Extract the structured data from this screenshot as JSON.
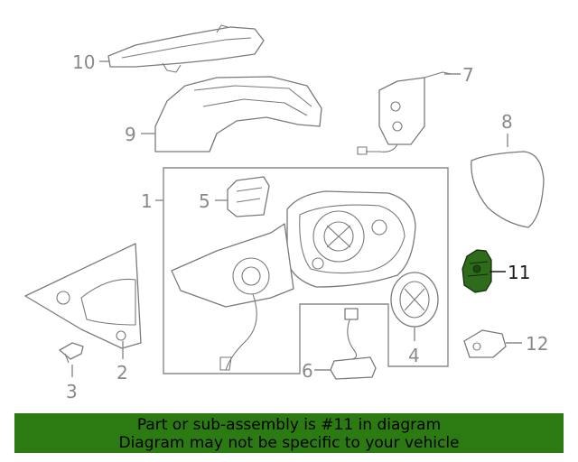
{
  "diagram": {
    "callouts": [
      "1",
      "2",
      "3",
      "4",
      "5",
      "6",
      "7",
      "8",
      "9",
      "10",
      "11",
      "12"
    ],
    "highlighted_part": "11",
    "highlight_color": "#2e6b1b"
  },
  "banner": {
    "line1": "Part or sub-assembly is #11 in diagram",
    "line2": "Diagram may not be specific to your vehicle",
    "background": "#2b7a12"
  }
}
